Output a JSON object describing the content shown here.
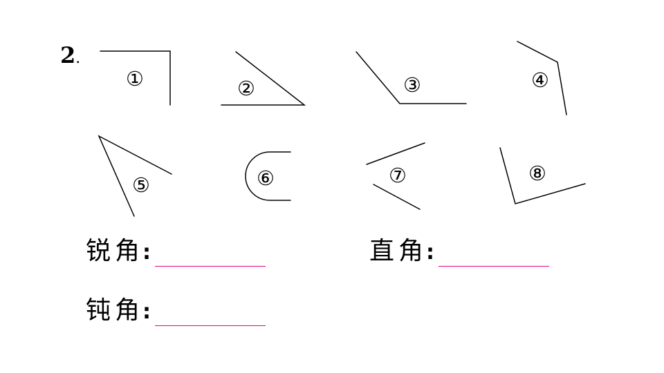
{
  "question": {
    "number": "2",
    "dot": "."
  },
  "figures": [
    {
      "id": "1",
      "label": "①"
    },
    {
      "id": "2",
      "label": "②"
    },
    {
      "id": "3",
      "label": "③"
    },
    {
      "id": "4",
      "label": "④"
    },
    {
      "id": "5",
      "label": "⑤"
    },
    {
      "id": "6",
      "label": "⑥"
    },
    {
      "id": "7",
      "label": "⑦"
    },
    {
      "id": "8",
      "label": "⑧"
    }
  ],
  "answers": {
    "acute_label": "锐角",
    "right_label": "直角",
    "obtuse_label": "钝角",
    "colon": ":",
    "acute_value": "",
    "right_value": "",
    "obtuse_value": ""
  },
  "colors": {
    "line": "#000000",
    "blank_underline": "#e6007e"
  }
}
